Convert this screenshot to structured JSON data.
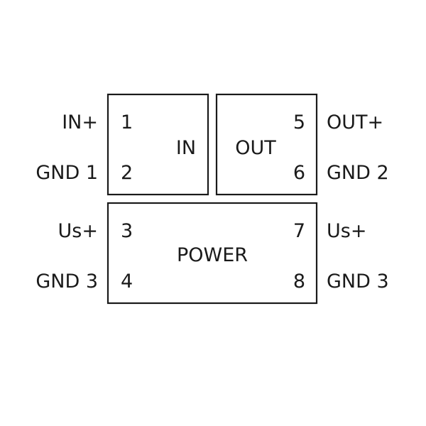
{
  "sections": {
    "in": "IN",
    "out": "OUT",
    "power": "POWER"
  },
  "pins": [
    {
      "number": "1",
      "label": "IN+"
    },
    {
      "number": "2",
      "label": "GND 1"
    },
    {
      "number": "3",
      "label": "Us+"
    },
    {
      "number": "4",
      "label": "GND 3"
    },
    {
      "number": "5",
      "label": "OUT+"
    },
    {
      "number": "6",
      "label": "GND 2"
    },
    {
      "number": "7",
      "label": "Us+"
    },
    {
      "number": "8",
      "label": "GND 3"
    }
  ],
  "colors": {
    "line": "#1a1a1a",
    "background": "#ffffff"
  }
}
